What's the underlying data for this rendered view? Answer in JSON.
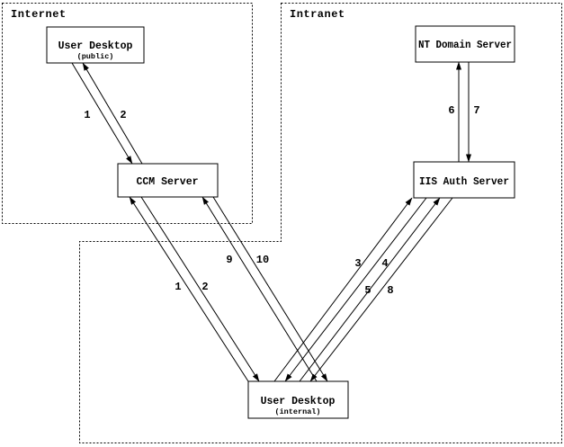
{
  "zones": {
    "internet": "Internet",
    "intranet": "Intranet"
  },
  "nodes": {
    "user_desktop_public": {
      "title": "User Desktop",
      "subtitle": "(public)"
    },
    "ccm_server": {
      "title": "CCM Server"
    },
    "nt_domain_server": {
      "title": "NT Domain Server"
    },
    "iis_auth_server": {
      "title": "IIS Auth Server"
    },
    "user_desktop_internal": {
      "title": "User Desktop",
      "subtitle": "(internal)"
    }
  },
  "flow_labels": {
    "f1_upper": "1",
    "f2_upper": "2",
    "f1_lower": "1",
    "f2_lower": "2",
    "f3": "3",
    "f4": "4",
    "f5": "5",
    "f6": "6",
    "f7": "7",
    "f8": "8",
    "f9": "9",
    "f10": "10"
  },
  "edges": [
    {
      "label": "1",
      "from": "User Desktop (public)",
      "to": "CCM Server"
    },
    {
      "label": "2",
      "from": "CCM Server",
      "to": "User Desktop (public)"
    },
    {
      "label": "1",
      "from": "User Desktop (internal)",
      "to": "CCM Server"
    },
    {
      "label": "2",
      "from": "CCM Server",
      "to": "User Desktop (internal)"
    },
    {
      "label": "9",
      "from": "User Desktop (internal)",
      "to": "CCM Server"
    },
    {
      "label": "10",
      "from": "CCM Server",
      "to": "User Desktop (internal)"
    },
    {
      "label": "3",
      "from": "User Desktop (internal)",
      "to": "IIS Auth Server"
    },
    {
      "label": "4",
      "from": "IIS Auth Server",
      "to": "User Desktop (internal)"
    },
    {
      "label": "5",
      "from": "User Desktop (internal)",
      "to": "IIS Auth Server"
    },
    {
      "label": "8",
      "from": "IIS Auth Server",
      "to": "User Desktop (internal)"
    },
    {
      "label": "6",
      "from": "IIS Auth Server",
      "to": "NT Domain Server"
    },
    {
      "label": "7",
      "from": "NT Domain Server",
      "to": "IIS Auth Server"
    }
  ],
  "colors": {
    "line": "#000000",
    "background": "#ffffff"
  }
}
